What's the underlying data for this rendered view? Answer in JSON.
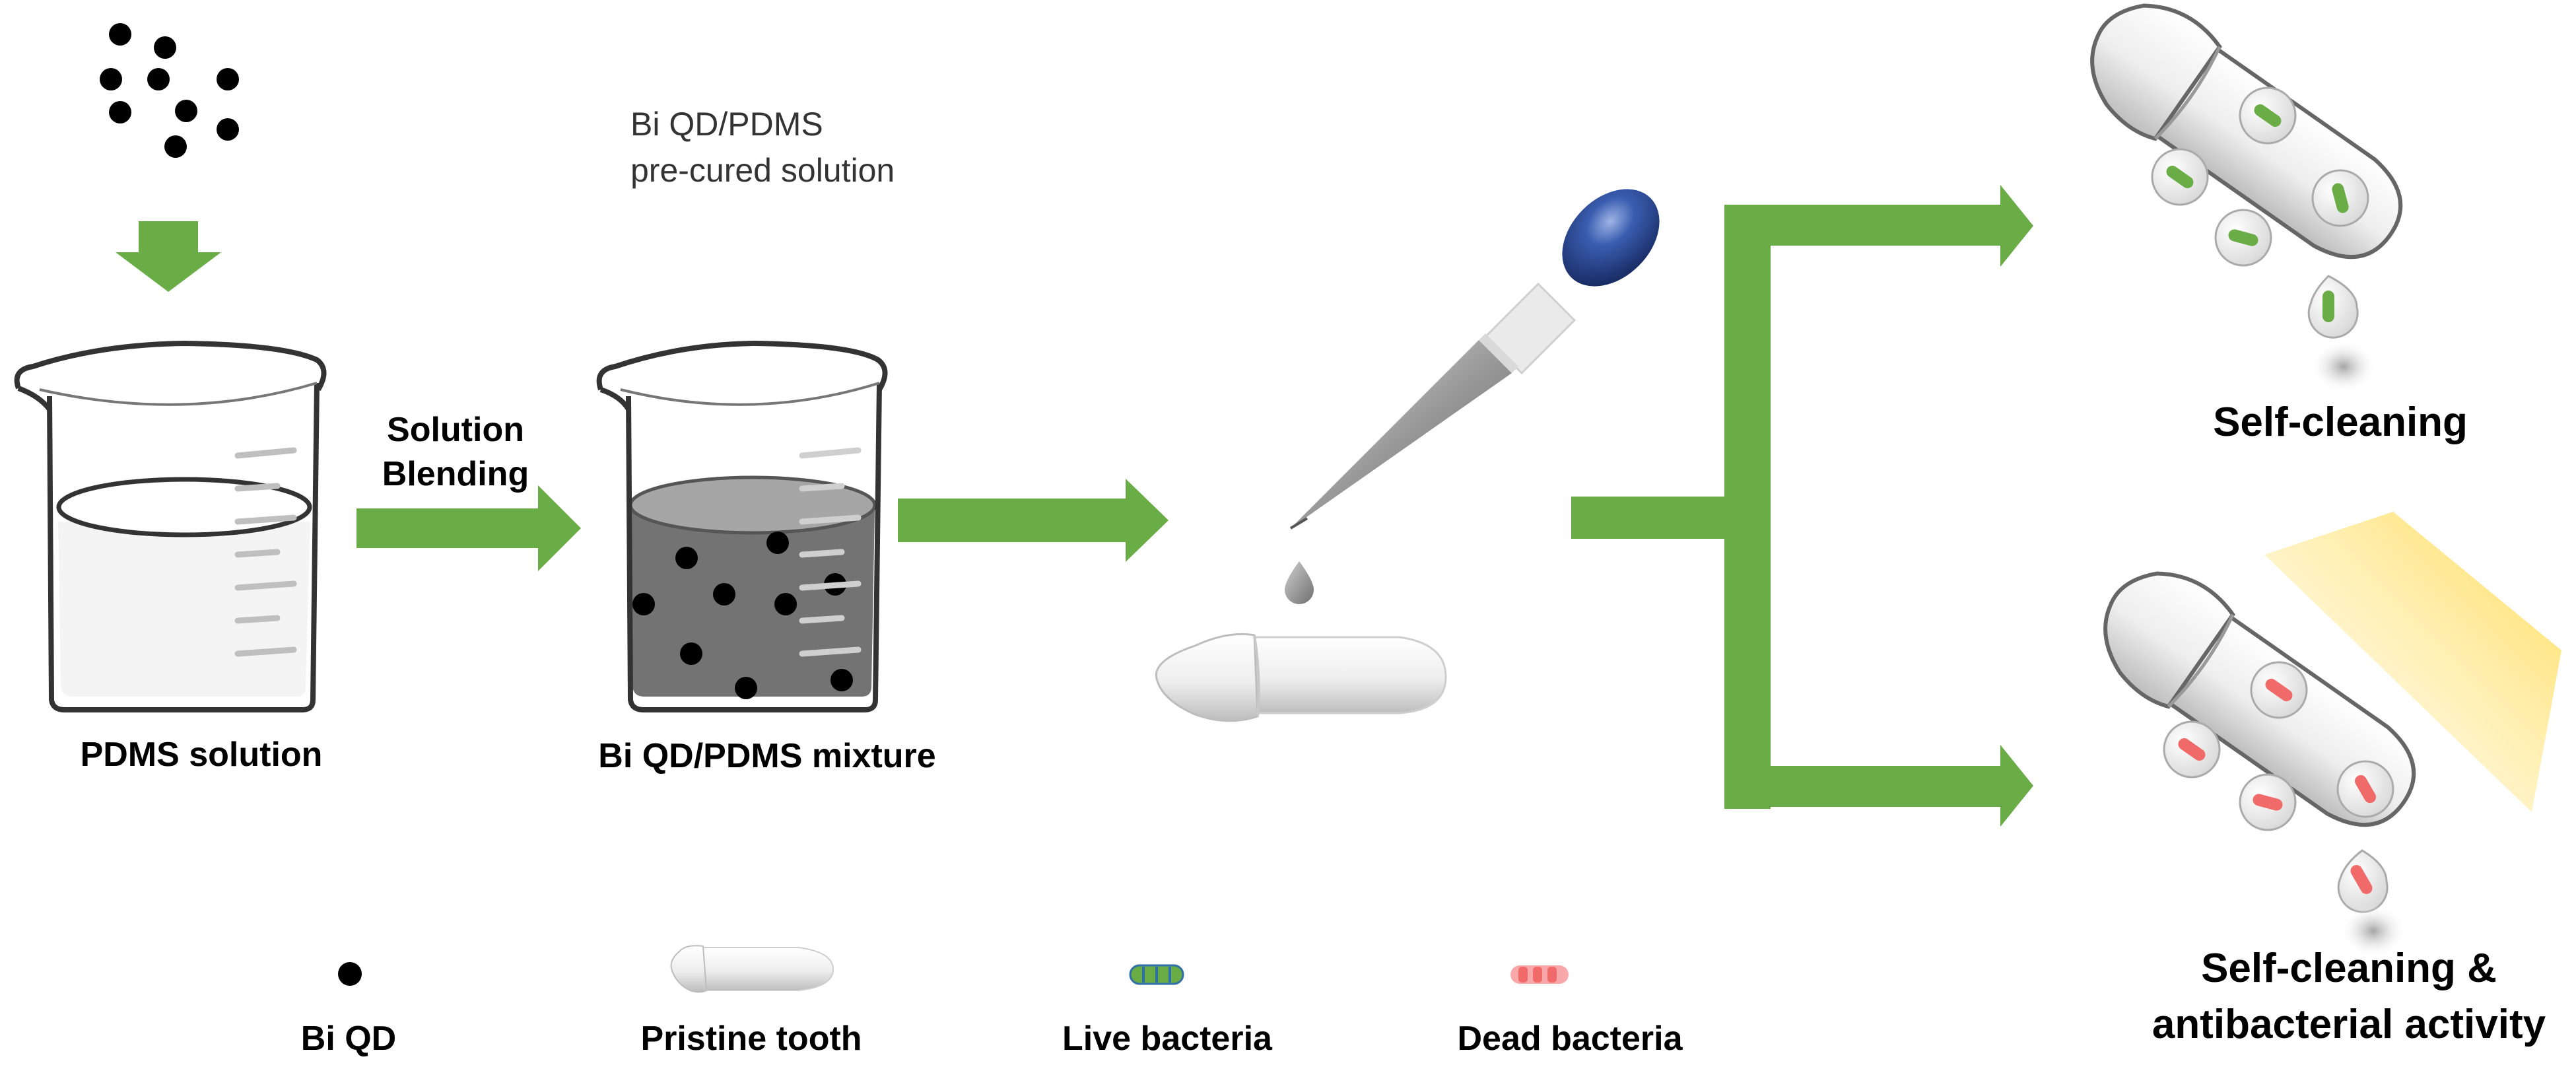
{
  "labels": {
    "pre_cured_line1": "Bi QD/PDMS",
    "pre_cured_line2": "pre-cured solution",
    "blending_line1": "Solution",
    "blending_line2": "Blending",
    "pdms_solution": "PDMS solution",
    "mixture": "Bi QD/PDMS mixture",
    "self_cleaning": "Self-cleaning",
    "self_cleaning_anti_line1": "Self-cleaning &",
    "self_cleaning_anti_line2": "antibacterial activity"
  },
  "legend": {
    "bi_qd": "Bi QD",
    "pristine_tooth": "Pristine tooth",
    "live_bacteria": "Live bacteria",
    "dead_bacteria": "Dead bacteria"
  },
  "colors": {
    "arrow_green": "#6aac46",
    "live_bacteria": "#6aac46",
    "live_bacteria_stripe": "#2f6fa8",
    "dead_bacteria": "#f06a6a",
    "dropper_bulb": "#1f3f8f",
    "light_beam": "#ffd94a",
    "mixture_gray": "#737373"
  }
}
